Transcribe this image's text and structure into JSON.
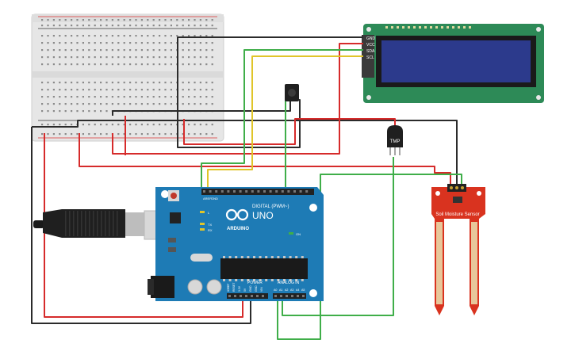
{
  "lcd": {
    "pins": [
      "GND",
      "VCC",
      "SDA",
      "SCL"
    ]
  },
  "sensor": {
    "label": "Soil Moisture Sensor"
  },
  "tmp": {
    "label": "TMP"
  },
  "arduino": {
    "brand": "ARDUINO",
    "model": "UNO",
    "digital_label": "DIGITAL (PWM~)",
    "power_label": "POWER",
    "analog_label": "ANALOG IN",
    "led_l": "L",
    "led_tx": "TX",
    "led_rx": "RX",
    "on_label": "ON",
    "aref": "AREF",
    "gnd": "GND",
    "analog_pins": [
      "A0",
      "A1",
      "A2",
      "A3",
      "A4",
      "A5"
    ],
    "power_pins": [
      "IOREF",
      "RESET",
      "3.3V",
      "5V",
      "GND",
      "GND",
      "VIN"
    ]
  },
  "colors": {
    "wire_black": "#2b2b2b",
    "wire_red": "#d62b2b",
    "wire_green": "#3fae49",
    "wire_yellow": "#e0c52a",
    "board": "#1e7bb5",
    "lcd_pcb": "#2d8a57",
    "lcd_screen": "#2c3a8c",
    "sensor_red": "#d9331f"
  }
}
